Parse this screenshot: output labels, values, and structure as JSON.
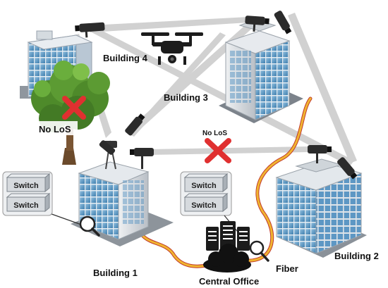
{
  "labels": {
    "building1": "Building 1",
    "building2": "Building 2",
    "building3": "Building 3",
    "building4": "Building 4",
    "central_office": "Central Office",
    "fiber": "Fiber",
    "no_los_tree": "No LoS",
    "no_los_link": "No LoS"
  },
  "switch_boxes": {
    "left": [
      "Switch",
      "Switch"
    ],
    "center": [
      "Switch",
      "Switch"
    ]
  },
  "colors": {
    "beam": "#c8c8c8",
    "fiber": "#e8a020",
    "fiber_dark": "#c0392b",
    "blocked": "#e03030",
    "building_glass": "#6aa6cf",
    "building_wall": "#d9dde2",
    "tree": "#4f8f2e"
  },
  "icons": [
    "fso-terminal-icon",
    "drone-icon",
    "tree-icon",
    "blocked-x-icon",
    "server-rack-icon",
    "cloud-icon",
    "magnifier-icon"
  ]
}
